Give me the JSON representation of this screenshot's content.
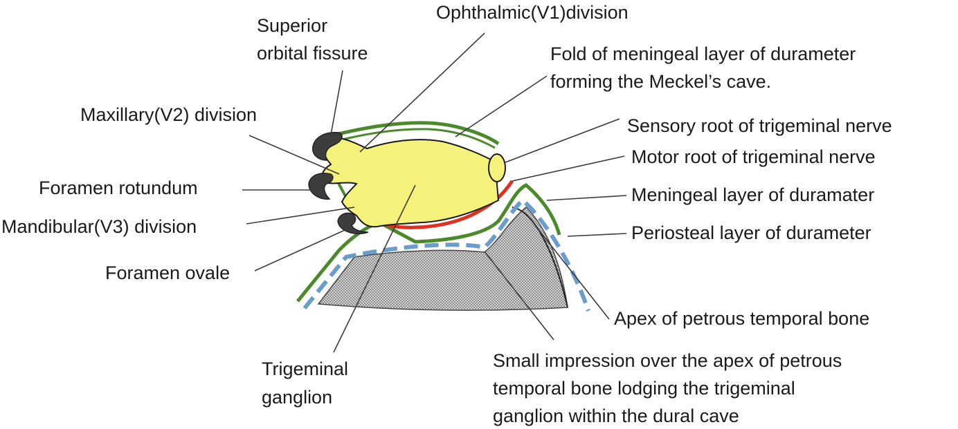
{
  "colors": {
    "ganglion_fill": "#f4f27a",
    "ganglion_stroke": "#1a1a1a",
    "meningeal_layer": "#4a8a2a",
    "periosteal_layer": "#6a9ccc",
    "motor_root": "#e0301e",
    "bone_fill": "#bdbdbd",
    "foramen_fill": "#3d3d3d"
  },
  "labels": {
    "superior_orbital_fissure": [
      "Superior",
      "orbital fissure"
    ],
    "ophthalmic_division": "Ophthalmic(V1)division",
    "fold_meningeal": [
      "Fold of meningeal layer of durameter",
      "forming the Meckel’s cave."
    ],
    "maxillary_division": "Maxillary(V2) division",
    "sensory_root": "Sensory root of trigeminal nerve",
    "motor_root": "Motor root of trigeminal nerve",
    "foramen_rotundum": "Foramen rotundum",
    "meningeal_layer": "Meningeal layer of duramater",
    "mandibular_division": "Mandibular(V3) division",
    "periosteal_layer": "Periosteal layer of durameter",
    "foramen_ovale": "Foramen ovale",
    "apex_petrous": "Apex of petrous temporal bone",
    "trigeminal_ganglion": [
      "Trigeminal",
      "ganglion"
    ],
    "small_impression": [
      "Small impression over the apex of petrous",
      "temporal bone lodging the trigeminal",
      "ganglion within the dural cave"
    ]
  }
}
